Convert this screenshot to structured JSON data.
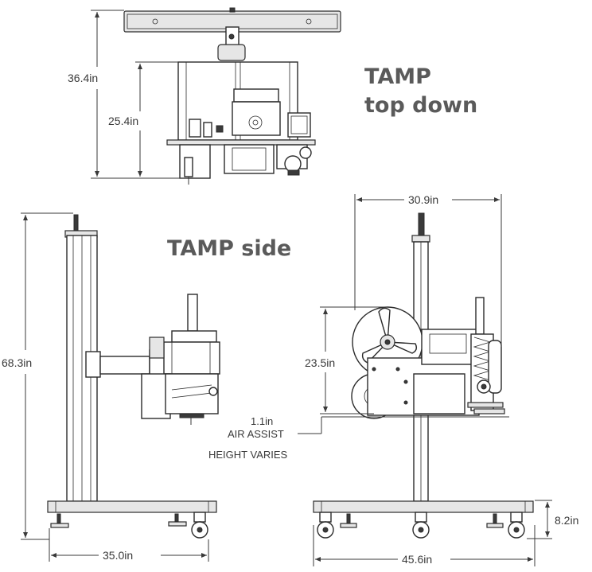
{
  "titles": {
    "top_view_line1": "TAMP",
    "top_view_line2": "top down",
    "side_view": "TAMP side"
  },
  "dimensions": {
    "top_overall_height": "36.4in",
    "top_inner_height": "25.4in",
    "side_height": "68.3in",
    "side_base_width": "35.0in",
    "front_top_width": "30.9in",
    "front_roll_height": "23.5in",
    "front_base_width": "45.6in",
    "front_base_height": "8.2in"
  },
  "notes": {
    "air_assist_value": "1.1in",
    "air_assist_label": "AIR ASSIST",
    "height_varies": "HEIGHT VARIES"
  }
}
